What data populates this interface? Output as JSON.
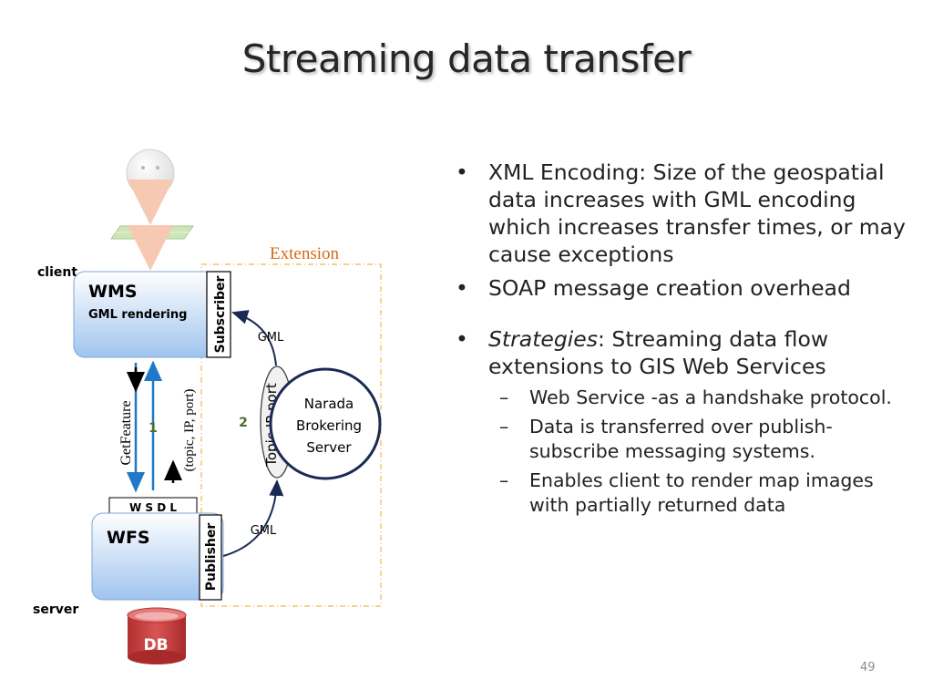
{
  "slide": {
    "title": "Streaming data transfer",
    "page_number": "49"
  },
  "diagram": {
    "client_label": "client",
    "server_label": "server",
    "extension_label": "Extension",
    "wms_title": "WMS",
    "wms_subtitle": "GML rendering",
    "subscriber_label": "Subscriber",
    "wfs_title": "WFS",
    "publisher_label": "Publisher",
    "wsdl_label": "W S D L",
    "getfeature_label": "GetFeature",
    "step1_label": "1",
    "topic_label": "(topic, IP, port)",
    "step2_label": "2",
    "topic_ip_port_label": "Topic,IP,port",
    "gml_top_label": "GML",
    "gml_bottom_label": "GML",
    "narada_line1": "Narada",
    "narada_line2": "Brokering",
    "narada_line3": "Server",
    "db_label": "DB",
    "colors": {
      "box_fill_top": "#ffffff",
      "box_fill_bottom": "#9fc4ee",
      "arrow_blue": "#1f78c8",
      "dashed_orange": "#f2b84b",
      "extension_text": "#d86a10",
      "step_green": "#4f6b2a",
      "navy": "#1a2a55",
      "db_red": "#c53a3a",
      "peach": "#f7c9b3"
    },
    "icons": [
      "user-face-icon",
      "map-layer-icon",
      "database-icon"
    ]
  },
  "bullets": [
    {
      "text": "XML Encoding: Size of the geospatial data increases with GML encoding which increases transfer times, or may cause exceptions"
    },
    {
      "text": "SOAP message creation overhead"
    },
    {
      "emph": "Strategies",
      "text": ": Streaming data flow extensions to GIS Web Services",
      "subs": [
        "Web Service -as a handshake protocol.",
        "Data is transferred over publish-subscribe messaging systems.",
        "Enables client to render map images with partially returned data"
      ]
    }
  ]
}
